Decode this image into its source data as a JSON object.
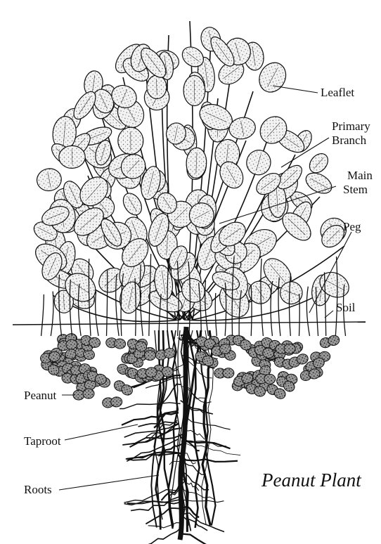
{
  "diagram": {
    "title": "Peanut Plant",
    "labels": {
      "leaflet": "Leaflet",
      "primary_branch_line1": "Primary",
      "primary_branch_line2": "Branch",
      "main_stem_line1": "Main",
      "main_stem_line2": "Stem",
      "peg": "Peg",
      "soil": "Soil",
      "peanut": "Peanut",
      "taproot": "Taproot",
      "roots": "Roots"
    },
    "colors": {
      "ink": "#111111",
      "leaf_fill": "#f4f4f4",
      "pod_fill": "#bdbdbd",
      "background": "#ffffff"
    }
  }
}
